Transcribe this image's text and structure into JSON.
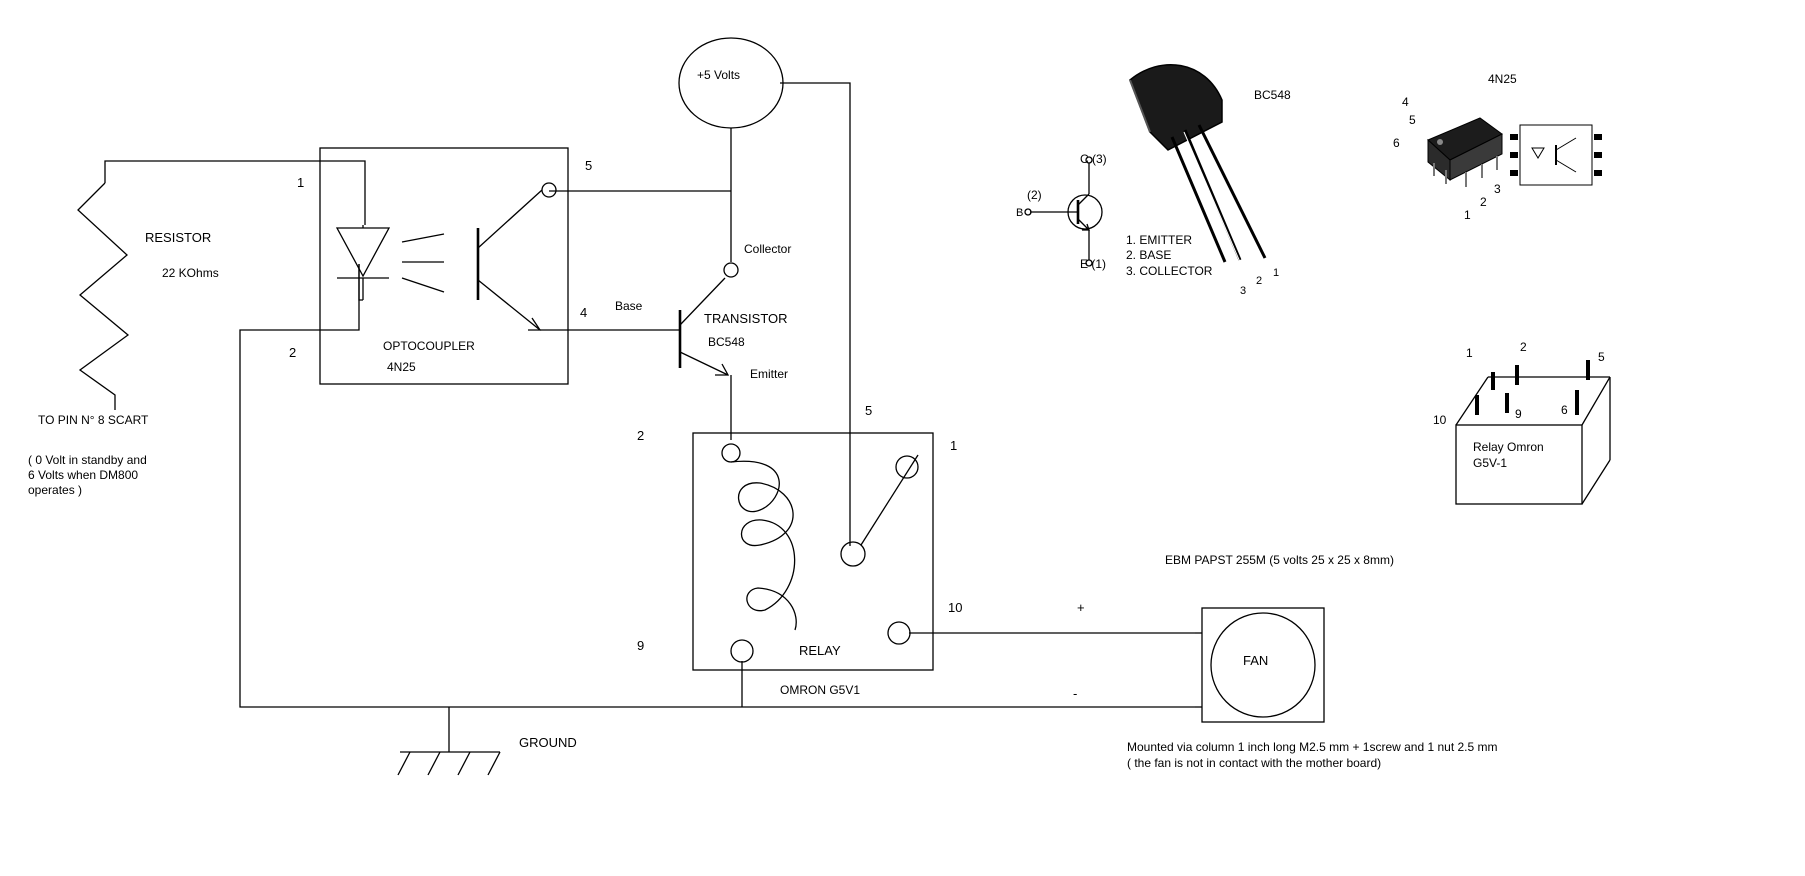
{
  "labels": {
    "supply": "+5 Volts",
    "resistor_name": "RESISTOR",
    "resistor_value": "22 KOhms",
    "scart": "TO PIN N° 8 SCART",
    "scart_note": [
      "( 0 Volt in standby and",
      "6 Volts when DM800",
      "operates )"
    ],
    "opto_name": "OPTOCOUPLER",
    "opto_part": "4N25",
    "collector": "Collector",
    "base": "Base",
    "emitter": "Emitter",
    "transistor_name": "TRANSISTOR",
    "transistor_part": "BC548",
    "relay_name": "RELAY",
    "relay_part": "OMRON G5V1",
    "ground": "GROUND",
    "fan": "FAN",
    "fan_model": "EBM PAPST 255M (5 volts 25 x 25 x 8mm)",
    "plus": "+",
    "minus": "-",
    "mount_note": [
      "Mounted via column 1 inch long M2.5 mm + 1screw and 1 nut 2.5 mm",
      "( the fan is not in contact with the mother board)"
    ]
  },
  "pins": {
    "opto_1": "1",
    "opto_2": "2",
    "opto_4": "4",
    "opto_5": "5",
    "relay_2": "2",
    "relay_9": "9",
    "relay_1": "1",
    "relay_5": "5",
    "relay_10": "10"
  },
  "bc548_ref": {
    "title": "BC548",
    "c_label": "C (3)",
    "b_label": "(2)",
    "b_letter": "B",
    "e_label": "E (1)",
    "legend": [
      "1.  EMITTER",
      "2.  BASE",
      "3.  COLLECTOR"
    ],
    "leg_numbers": [
      "3",
      "2",
      "1"
    ]
  },
  "n4n25_ref": {
    "title": "4N25",
    "pins": [
      "4",
      "5",
      "6",
      "3",
      "2",
      "1"
    ]
  },
  "relay_ref": {
    "name": [
      "Relay Omron",
      "G5V-1"
    ],
    "pins": [
      "1",
      "2",
      "5",
      "10",
      "9",
      "6"
    ]
  }
}
